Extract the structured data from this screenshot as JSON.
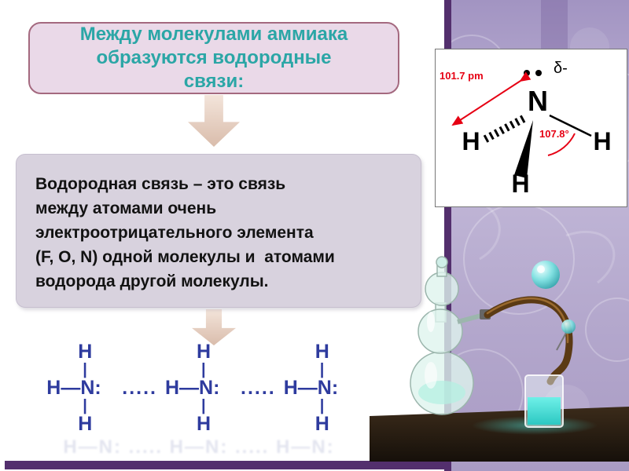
{
  "slide": {
    "title_box": {
      "lines": [
        "Между молекулами аммиака",
        "образуются водородные",
        "связи:"
      ]
    },
    "definition_box": {
      "lines": [
        "Водородная связь – это связь",
        "между атомами очень",
        "электроотрицательного элемента",
        "(F, O, N) одной молекулы и  атомами",
        "водорода другой молекулы."
      ]
    },
    "ammonia_panel": {
      "delta_charge": "δ-",
      "nitrogen": "N",
      "hydrogen_left": "H",
      "hydrogen_right": "H",
      "hydrogen_bottom": "H",
      "bond_length": "101.7 pm",
      "bond_angle": "107.8°"
    },
    "chain": {
      "hydrogen_top": "H",
      "bond_vertical": "|",
      "formula": "H—N:",
      "dots": ".....",
      "hydrogen_bottom": "H",
      "reflection_line": "H—N: ..... H—N: ..... H—N:"
    },
    "colors": {
      "title_text": "#2ba6a6",
      "definition_text": "#121212",
      "chain_text": "#2e3b9e",
      "annotation_red": "#e60013",
      "frame_purple": "#532f6d",
      "beaker_liquid": "#3fd6cf"
    }
  }
}
